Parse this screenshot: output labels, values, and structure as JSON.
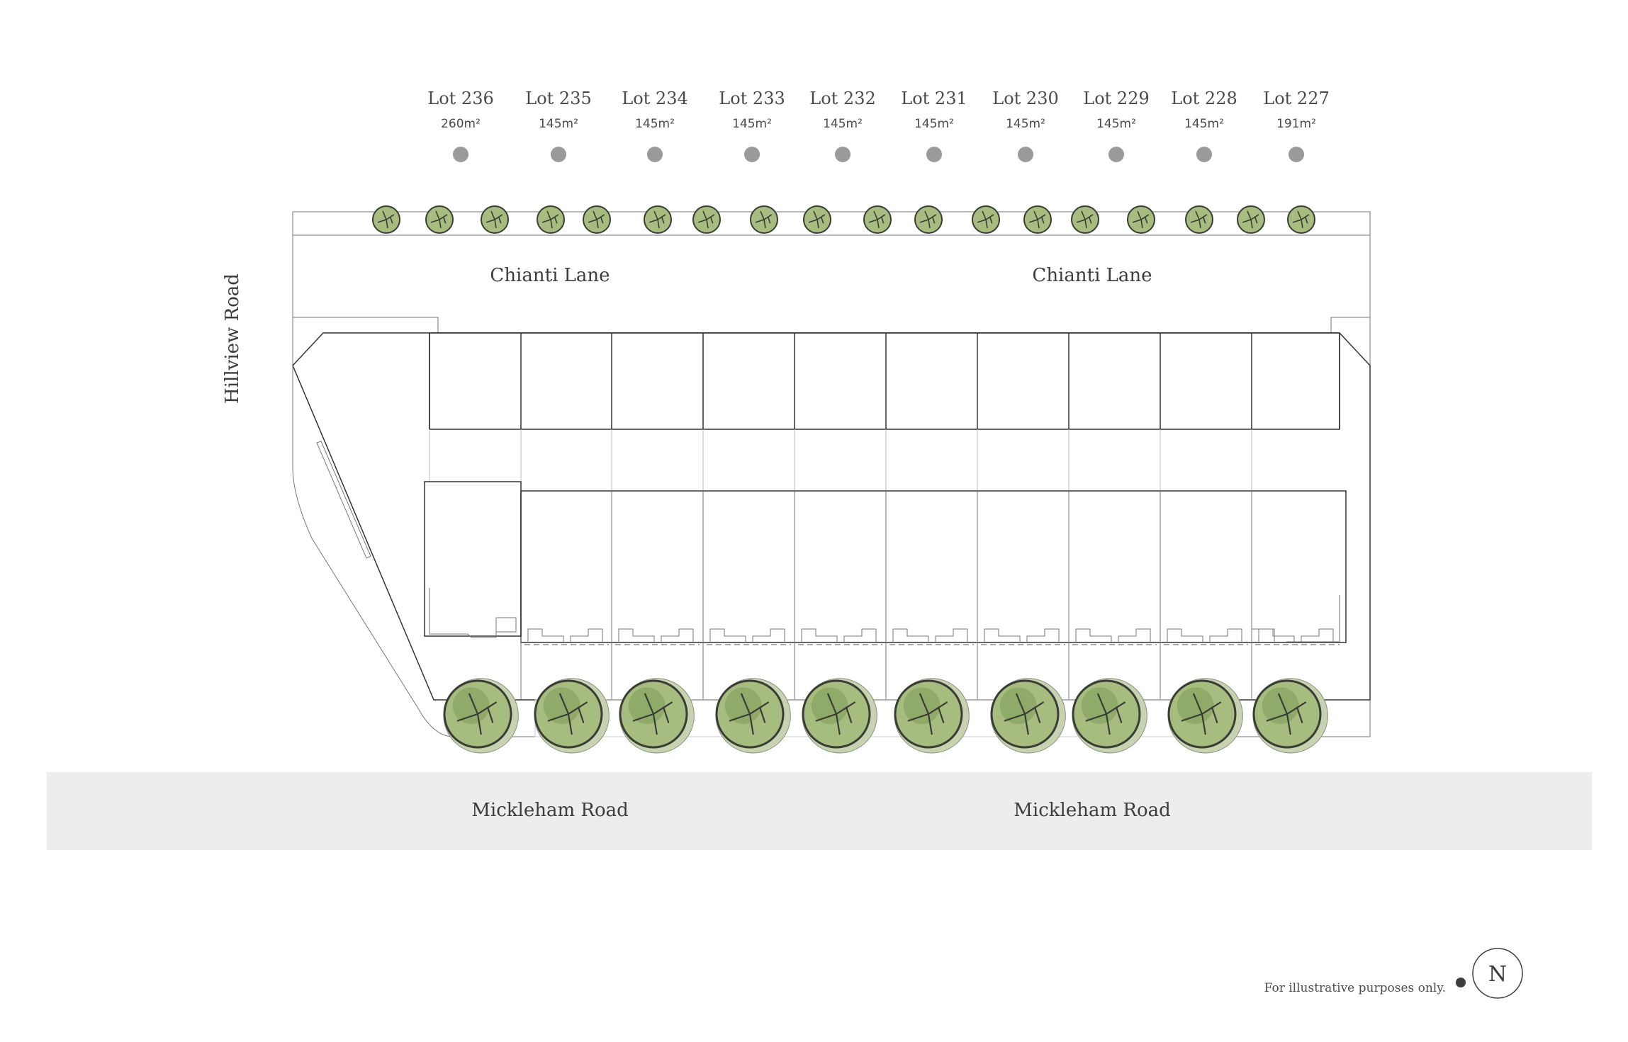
{
  "lots": [
    {
      "name": "Lot 236",
      "area": "260m²"
    },
    {
      "name": "Lot 235",
      "area": "145m²"
    },
    {
      "name": "Lot 234",
      "area": "145m²"
    },
    {
      "name": "Lot 233",
      "area": "145m²"
    },
    {
      "name": "Lot 232",
      "area": "145m²"
    },
    {
      "name": "Lot 231",
      "area": "145m²"
    },
    {
      "name": "Lot 230",
      "area": "145m²"
    },
    {
      "name": "Lot 229",
      "area": "145m²"
    },
    {
      "name": "Lot 228",
      "area": "145m²"
    },
    {
      "name": "Lot 227",
      "area": "191m²"
    }
  ],
  "roads": {
    "lane_left": "Chianti Lane",
    "lane_right": "Chianti Lane",
    "main_left": "Mickleham Road",
    "main_right": "Mickleham Road",
    "side": "Hillview Road"
  },
  "disclaimer": "For illustrative purposes only.",
  "compass": {
    "letter": "N"
  },
  "colors": {
    "tree_fill": "#a7bd80",
    "tree_dark": "#7d9a58",
    "tree_stroke": "#3a3d35",
    "road_fill": "#ededee",
    "marker": "#9a9a9a",
    "line": "#333333"
  }
}
